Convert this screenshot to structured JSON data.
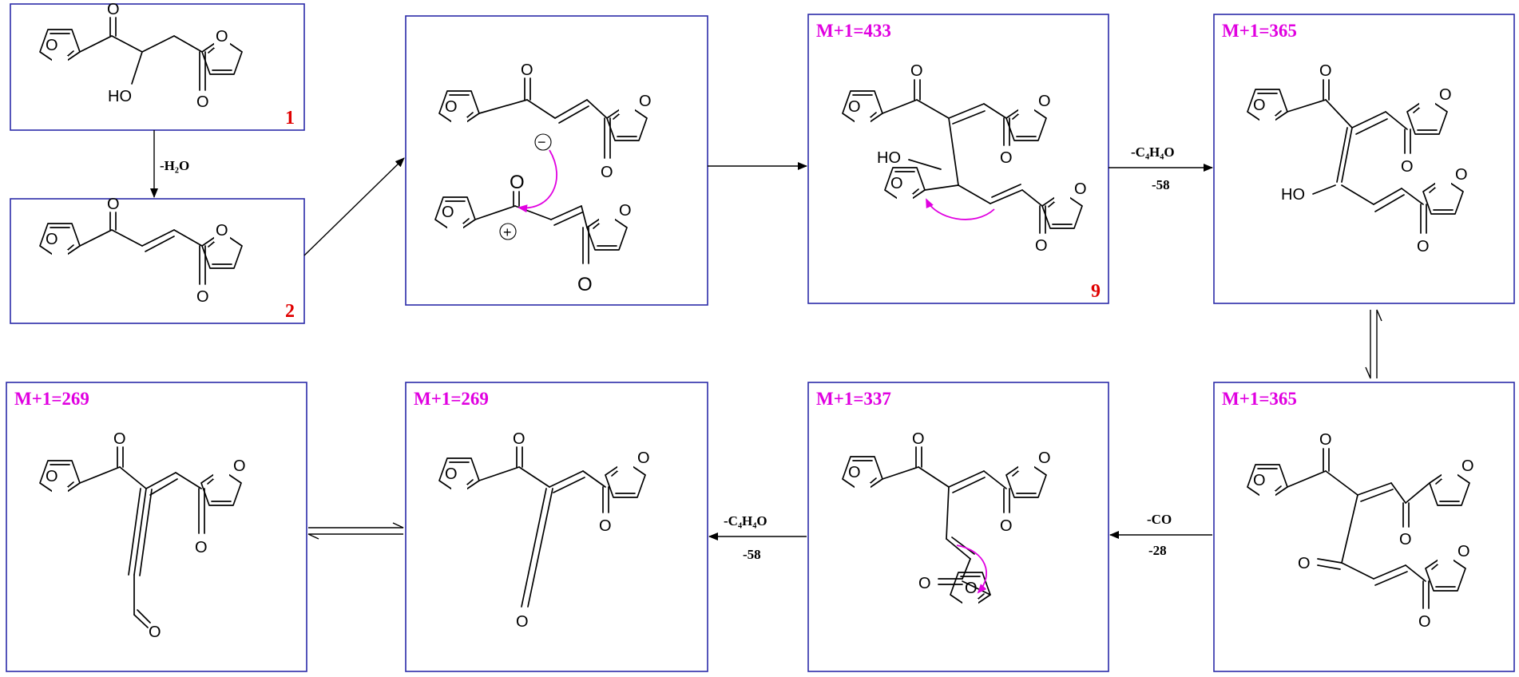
{
  "colors": {
    "box_border": "#2b2ba8",
    "mass_label": "#e000e0",
    "compound_number": "#e00000",
    "curved_arrow": "#e000e0"
  },
  "atoms": {
    "O": "O",
    "HO": "HO"
  },
  "charges": {
    "negative": "−",
    "positive": "+"
  },
  "compound_numbers": {
    "c1": "1",
    "c2": "2",
    "c9": "9"
  },
  "mass_labels": {
    "m433": "M+1=433",
    "m365a": "M+1=365",
    "m365b": "M+1=365",
    "m337": "M+1=337",
    "m269a": "M+1=269",
    "m269b": "M+1=269"
  },
  "conditions": {
    "water_loss": "-H₂O",
    "furan_loss_1": "-C₄H₄O",
    "furan_loss_1_mass": "-58",
    "co_loss": "-CO",
    "co_loss_mass": "-28",
    "furan_loss_2": "-C₄H₄O",
    "furan_loss_2_mass": "-58"
  },
  "icons": {
    "arrow": "single-head-arrow",
    "equilibrium": "double-harpoon-arrow",
    "curved": "curved-electron-arrow"
  }
}
